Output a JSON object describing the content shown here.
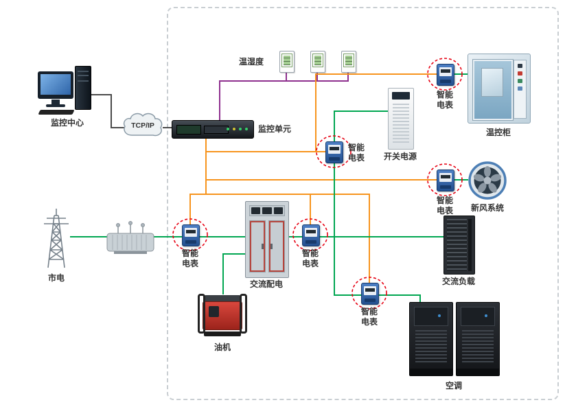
{
  "colors": {
    "wire_orange": "#F7941D",
    "wire_green": "#00A651",
    "wire_purple": "#8E2F8E",
    "wire_black": "#4A4A4A",
    "meter_ring": "#E60012",
    "boundary_dash": "#C9CED2",
    "meter_blue": "#24508F"
  },
  "icons": {
    "computer": "monitor-and-tower-icon",
    "cloud": "network-cloud-icon",
    "rack_unit": "monitoring-unit-rack-icon",
    "sensor": "temp-humidity-sensor-icon",
    "meter": "smart-power-meter-icon",
    "cabinet_power": "switch-power-cabinet-icon",
    "chamber": "temperature-chamber-icon",
    "fan": "axial-fan-icon",
    "tower": "power-transmission-tower-icon",
    "transformer": "oil-transformer-icon",
    "distribution": "ac-distribution-cabinet-icon",
    "generator": "diesel-generator-icon",
    "server_rack": "load-rack-icon",
    "ac_unit": "precision-air-conditioner-icon"
  },
  "labels": {
    "monitor_center": "监控中心",
    "tcpip": "TCP/IP",
    "monitor_unit": "监控单元",
    "temp_humidity": "温湿度",
    "smart_meter_line1": "智能",
    "smart_meter_line2": "电表",
    "switch_power": "开关电源",
    "temp_control_cabinet": "温控柜",
    "fresh_air": "新风系统",
    "mains": "市电",
    "ac_distribution": "交流配电",
    "generator": "油机",
    "ac_load": "交流负载",
    "air_conditioner": "空调"
  }
}
